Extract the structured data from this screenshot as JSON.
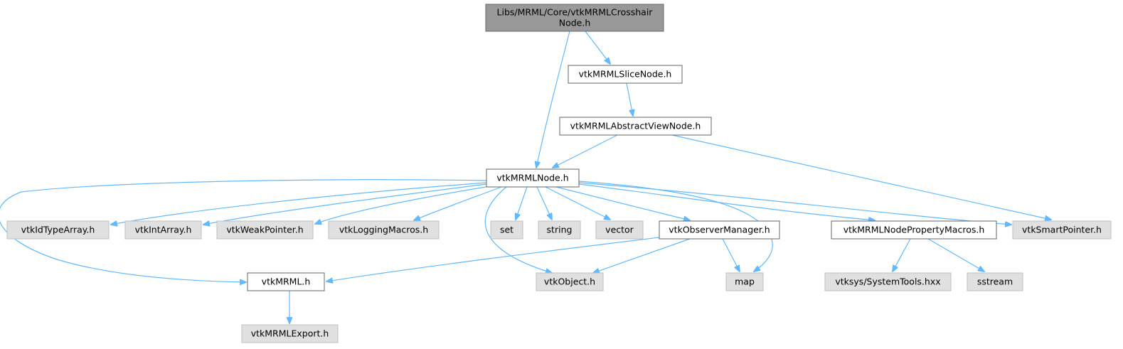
{
  "graph": {
    "colors": {
      "root_fill": "#999999",
      "root_stroke": "#666666",
      "project_fill": "#ffffff",
      "project_stroke": "#666666",
      "external_fill": "#e0e0e0",
      "external_stroke": "#bfbfbf",
      "edge": "#63b8ff"
    },
    "nodes": [
      {
        "id": "root",
        "kind": "root",
        "lines": [
          "Libs/MRML/Core/vtkMRMLCrosshair",
          "Node.h"
        ]
      },
      {
        "id": "slice",
        "kind": "project",
        "lines": [
          "vtkMRMLSliceNode.h"
        ]
      },
      {
        "id": "abstract",
        "kind": "project",
        "lines": [
          "vtkMRMLAbstractViewNode.h"
        ]
      },
      {
        "id": "node",
        "kind": "project",
        "lines": [
          "vtkMRMLNode.h"
        ]
      },
      {
        "id": "idtype",
        "kind": "external",
        "lines": [
          "vtkIdTypeArray.h"
        ]
      },
      {
        "id": "intarray",
        "kind": "external",
        "lines": [
          "vtkIntArray.h"
        ]
      },
      {
        "id": "weak",
        "kind": "external",
        "lines": [
          "vtkWeakPointer.h"
        ]
      },
      {
        "id": "logging",
        "kind": "external",
        "lines": [
          "vtkLoggingMacros.h"
        ]
      },
      {
        "id": "set",
        "kind": "external",
        "lines": [
          "set"
        ]
      },
      {
        "id": "string",
        "kind": "external",
        "lines": [
          "string"
        ]
      },
      {
        "id": "vector",
        "kind": "external",
        "lines": [
          "vector"
        ]
      },
      {
        "id": "observer",
        "kind": "project",
        "lines": [
          "vtkObserverManager.h"
        ]
      },
      {
        "id": "propmacros",
        "kind": "project",
        "lines": [
          "vtkMRMLNodePropertyMacros.h"
        ]
      },
      {
        "id": "smart",
        "kind": "external",
        "lines": [
          "vtkSmartPointer.h"
        ]
      },
      {
        "id": "mrml",
        "kind": "project",
        "lines": [
          "vtkMRML.h"
        ]
      },
      {
        "id": "object",
        "kind": "external",
        "lines": [
          "vtkObject.h"
        ]
      },
      {
        "id": "map",
        "kind": "external",
        "lines": [
          "map"
        ]
      },
      {
        "id": "systools",
        "kind": "external",
        "lines": [
          "vtksys/SystemTools.hxx"
        ]
      },
      {
        "id": "sstream",
        "kind": "external",
        "lines": [
          "sstream"
        ]
      },
      {
        "id": "export",
        "kind": "external",
        "lines": [
          "vtkMRMLExport.h"
        ]
      }
    ],
    "edges": [
      {
        "from": "root",
        "to": "slice"
      },
      {
        "from": "root",
        "to": "node"
      },
      {
        "from": "slice",
        "to": "abstract"
      },
      {
        "from": "abstract",
        "to": "node"
      },
      {
        "from": "abstract",
        "to": "smart"
      },
      {
        "from": "node",
        "to": "mrml"
      },
      {
        "from": "node",
        "to": "idtype"
      },
      {
        "from": "node",
        "to": "intarray"
      },
      {
        "from": "node",
        "to": "weak"
      },
      {
        "from": "node",
        "to": "logging"
      },
      {
        "from": "node",
        "to": "object"
      },
      {
        "from": "node",
        "to": "set"
      },
      {
        "from": "node",
        "to": "string"
      },
      {
        "from": "node",
        "to": "vector"
      },
      {
        "from": "node",
        "to": "observer"
      },
      {
        "from": "node",
        "to": "map"
      },
      {
        "from": "node",
        "to": "propmacros"
      },
      {
        "from": "node",
        "to": "smart"
      },
      {
        "from": "observer",
        "to": "mrml"
      },
      {
        "from": "observer",
        "to": "object"
      },
      {
        "from": "observer",
        "to": "map"
      },
      {
        "from": "propmacros",
        "to": "systools"
      },
      {
        "from": "propmacros",
        "to": "sstream"
      },
      {
        "from": "mrml",
        "to": "export"
      }
    ]
  }
}
